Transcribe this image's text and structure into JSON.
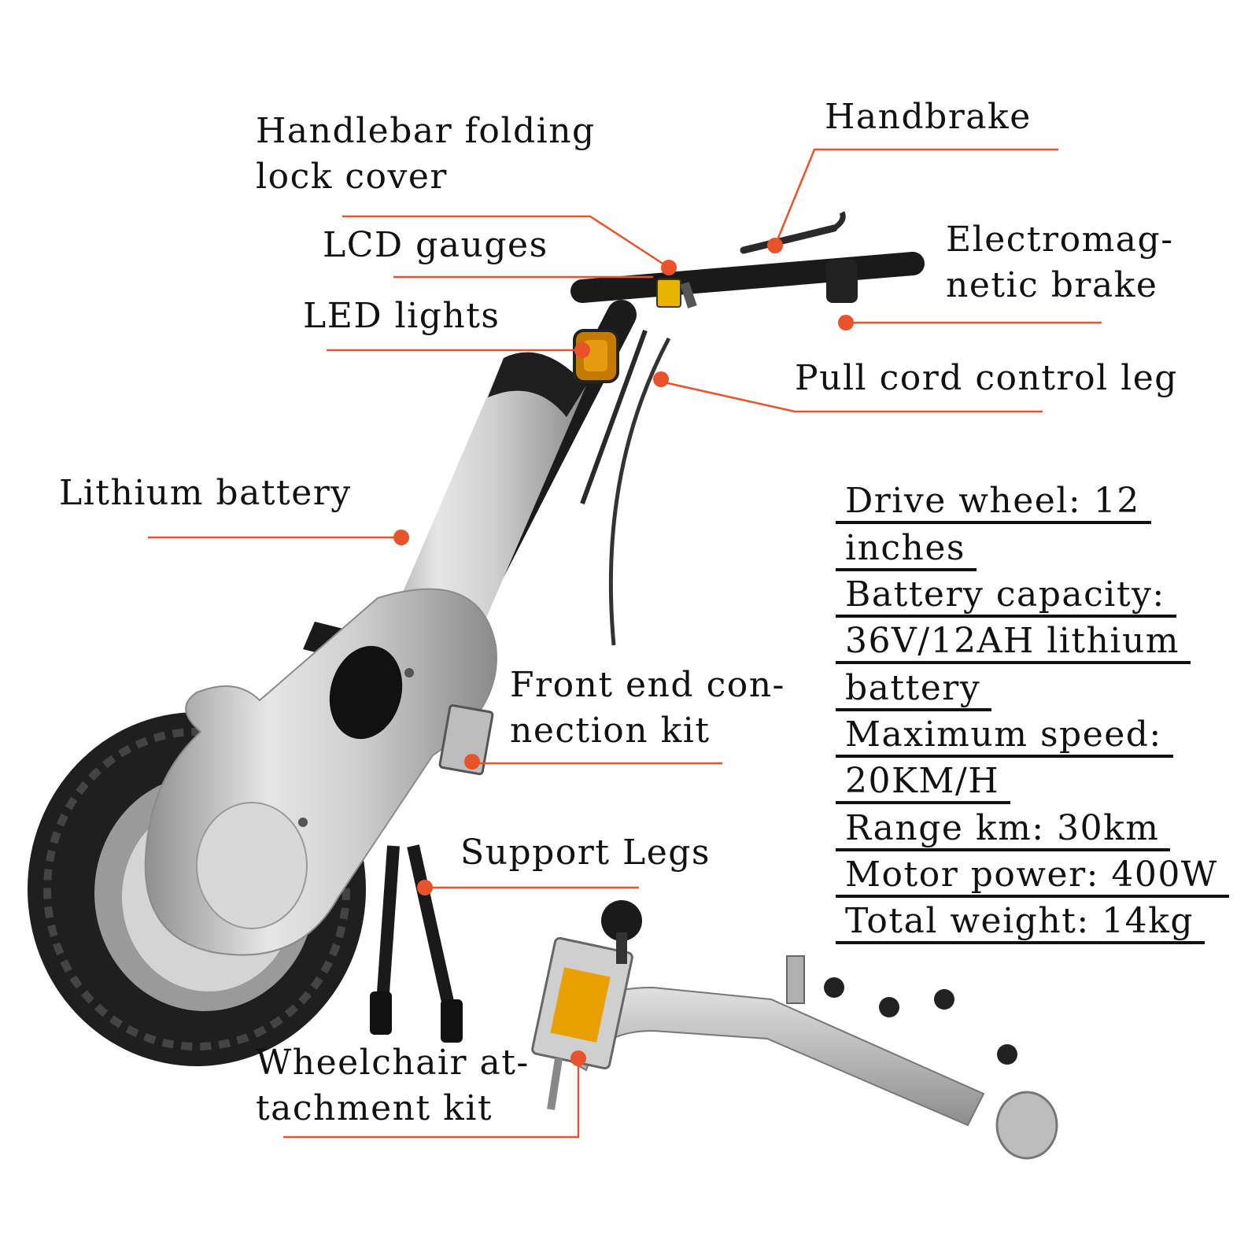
{
  "labels": {
    "handlebar_lock": [
      "Handlebar folding",
      "lock cover"
    ],
    "handbrake": "Handbrake",
    "lcd": "LCD gauges",
    "led": "LED lights",
    "em_brake": [
      "Electromag-",
      "netic brake"
    ],
    "pull_cord": "Pull cord control leg",
    "battery": "Lithium battery",
    "front_kit": [
      "Front end con-",
      "nection kit"
    ],
    "support_legs": "Support Legs",
    "wheelchair_kit": [
      "Wheelchair at-",
      "tachment kit"
    ]
  },
  "specs": [
    "Drive wheel: 12",
    "inches",
    "Battery capacity:",
    "36V/12AH lithium",
    "battery",
    "Maximum speed:",
    "20KM/H",
    "Range km: 30km",
    "Motor power: 400W",
    "Total weight: 14kg"
  ],
  "colors": {
    "leader": "#e8532b",
    "text": "#111111",
    "body": "#c9c9c9",
    "tire": "#1e1e1e"
  }
}
